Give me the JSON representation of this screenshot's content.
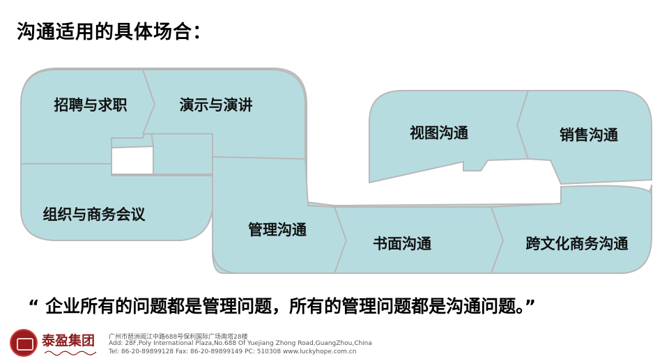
{
  "title": "沟通适用的具体场合：",
  "nodes": [
    {
      "id": "recruit",
      "label": "招聘与求职"
    },
    {
      "id": "present",
      "label": "演示与演讲"
    },
    {
      "id": "meeting",
      "label": "组织与商务会议"
    },
    {
      "id": "manage",
      "label": "管理沟通"
    },
    {
      "id": "written",
      "label": "书面沟通"
    },
    {
      "id": "visual",
      "label": "视图沟通"
    },
    {
      "id": "sales",
      "label": "销售沟通"
    },
    {
      "id": "crosscultural",
      "label": "跨文化商务沟通"
    }
  ],
  "quote": "“ 企业所有的问题都是管理问题，所有的管理问题都是沟通问题。”",
  "footer": {
    "company": "泰盈集团",
    "address_cn": "广州市琶洲阅江中路688号保利国际广场南塔28楼",
    "address_en": "Add: 28F,Poly International Plaza,No.688 Of Yuejiang Zhong Road,GuangZhou,China",
    "contact": "Tel: 86-20-89899128    Fax: 86-20-89899149    PC: 510308    www.luckyhope.com.cn"
  },
  "colors": {
    "fill": "#b7dce0",
    "stroke": "#b8b8b8",
    "text": "#111111",
    "brand": "#8c1c1c"
  }
}
